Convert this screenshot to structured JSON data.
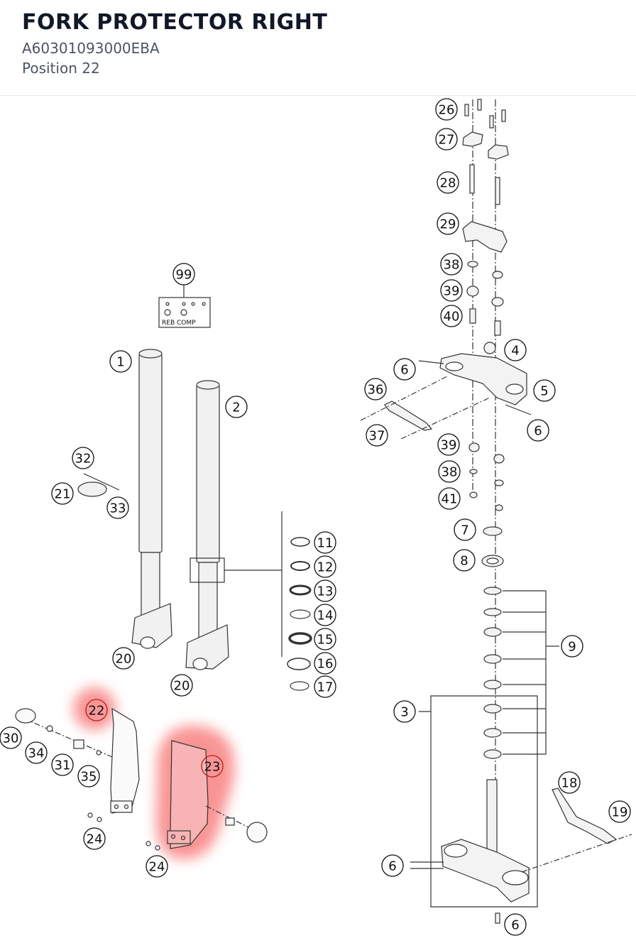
{
  "header": {
    "title": "FORK PROTECTOR RIGHT",
    "part_number": "A60301093000EBA",
    "position": "Position 22"
  },
  "diagram": {
    "inset_caption": "REB COMP",
    "highlight_color": "#f87171",
    "callouts": [
      {
        "id": "c26",
        "label": "26"
      },
      {
        "id": "c27",
        "label": "27"
      },
      {
        "id": "c28",
        "label": "28"
      },
      {
        "id": "c29",
        "label": "29"
      },
      {
        "id": "c38a",
        "label": "38"
      },
      {
        "id": "c39a",
        "label": "39"
      },
      {
        "id": "c40",
        "label": "40"
      },
      {
        "id": "c4",
        "label": "4"
      },
      {
        "id": "c6a",
        "label": "6"
      },
      {
        "id": "c36",
        "label": "36"
      },
      {
        "id": "c5",
        "label": "5"
      },
      {
        "id": "c6b",
        "label": "6"
      },
      {
        "id": "c37",
        "label": "37"
      },
      {
        "id": "c39b",
        "label": "39"
      },
      {
        "id": "c38b",
        "label": "38"
      },
      {
        "id": "c41",
        "label": "41"
      },
      {
        "id": "c7",
        "label": "7"
      },
      {
        "id": "c8",
        "label": "8"
      },
      {
        "id": "c9",
        "label": "9"
      },
      {
        "id": "c3",
        "label": "3"
      },
      {
        "id": "c18",
        "label": "18"
      },
      {
        "id": "c19",
        "label": "19"
      },
      {
        "id": "c6c",
        "label": "6"
      },
      {
        "id": "c6d",
        "label": "6"
      },
      {
        "id": "c99",
        "label": "99"
      },
      {
        "id": "c1",
        "label": "1"
      },
      {
        "id": "c2",
        "label": "2"
      },
      {
        "id": "c32",
        "label": "32"
      },
      {
        "id": "c21",
        "label": "21"
      },
      {
        "id": "c33",
        "label": "33"
      },
      {
        "id": "c11",
        "label": "11"
      },
      {
        "id": "c12",
        "label": "12"
      },
      {
        "id": "c13",
        "label": "13"
      },
      {
        "id": "c14",
        "label": "14"
      },
      {
        "id": "c15",
        "label": "15"
      },
      {
        "id": "c16",
        "label": "16"
      },
      {
        "id": "c17",
        "label": "17"
      },
      {
        "id": "c20a",
        "label": "20"
      },
      {
        "id": "c20b",
        "label": "20"
      },
      {
        "id": "c22",
        "label": "22",
        "highlighted": true
      },
      {
        "id": "c23",
        "label": "23",
        "highlighted": true
      },
      {
        "id": "c30",
        "label": "30"
      },
      {
        "id": "c34",
        "label": "34"
      },
      {
        "id": "c31",
        "label": "31"
      },
      {
        "id": "c35",
        "label": "35"
      },
      {
        "id": "c24a",
        "label": "24"
      },
      {
        "id": "c24b",
        "label": "24"
      }
    ]
  }
}
